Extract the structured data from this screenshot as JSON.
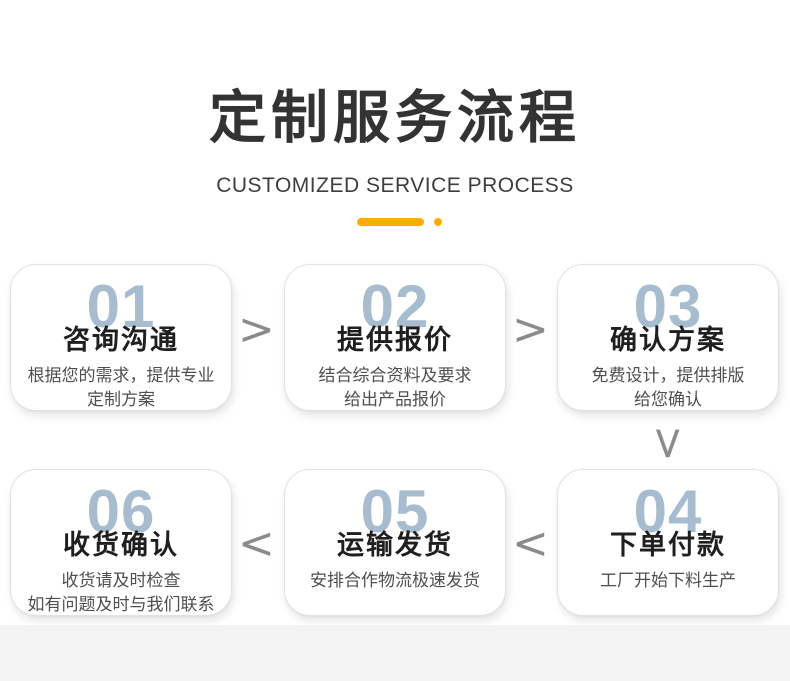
{
  "header": {
    "title": "定制服务流程",
    "subtitle": "CUSTOMIZED SERVICE PROCESS"
  },
  "colors": {
    "accent": "#ffab00",
    "step_number": "#a7bccf",
    "title_text": "#333333",
    "arrow": "#8b8b8b",
    "footer_band": "#f3f3f3"
  },
  "steps": [
    {
      "number": "01",
      "title": "咨询沟通",
      "desc": "根据您的需求，提供专业\n定制方案"
    },
    {
      "number": "02",
      "title": "提供报价",
      "desc": "结合综合资料及要求\n给出产品报价"
    },
    {
      "number": "03",
      "title": "确认方案",
      "desc": "免费设计，提供排版\n给您确认"
    },
    {
      "number": "04",
      "title": "下单付款",
      "desc": "工厂开始下料生产"
    },
    {
      "number": "05",
      "title": "运输发货",
      "desc": "安排合作物流极速发货"
    },
    {
      "number": "06",
      "title": "收货确认",
      "desc": "收货请及时检查\n如有问题及时与我们联系"
    }
  ],
  "arrows": {
    "right": ">",
    "left": "<",
    "down": ">"
  }
}
